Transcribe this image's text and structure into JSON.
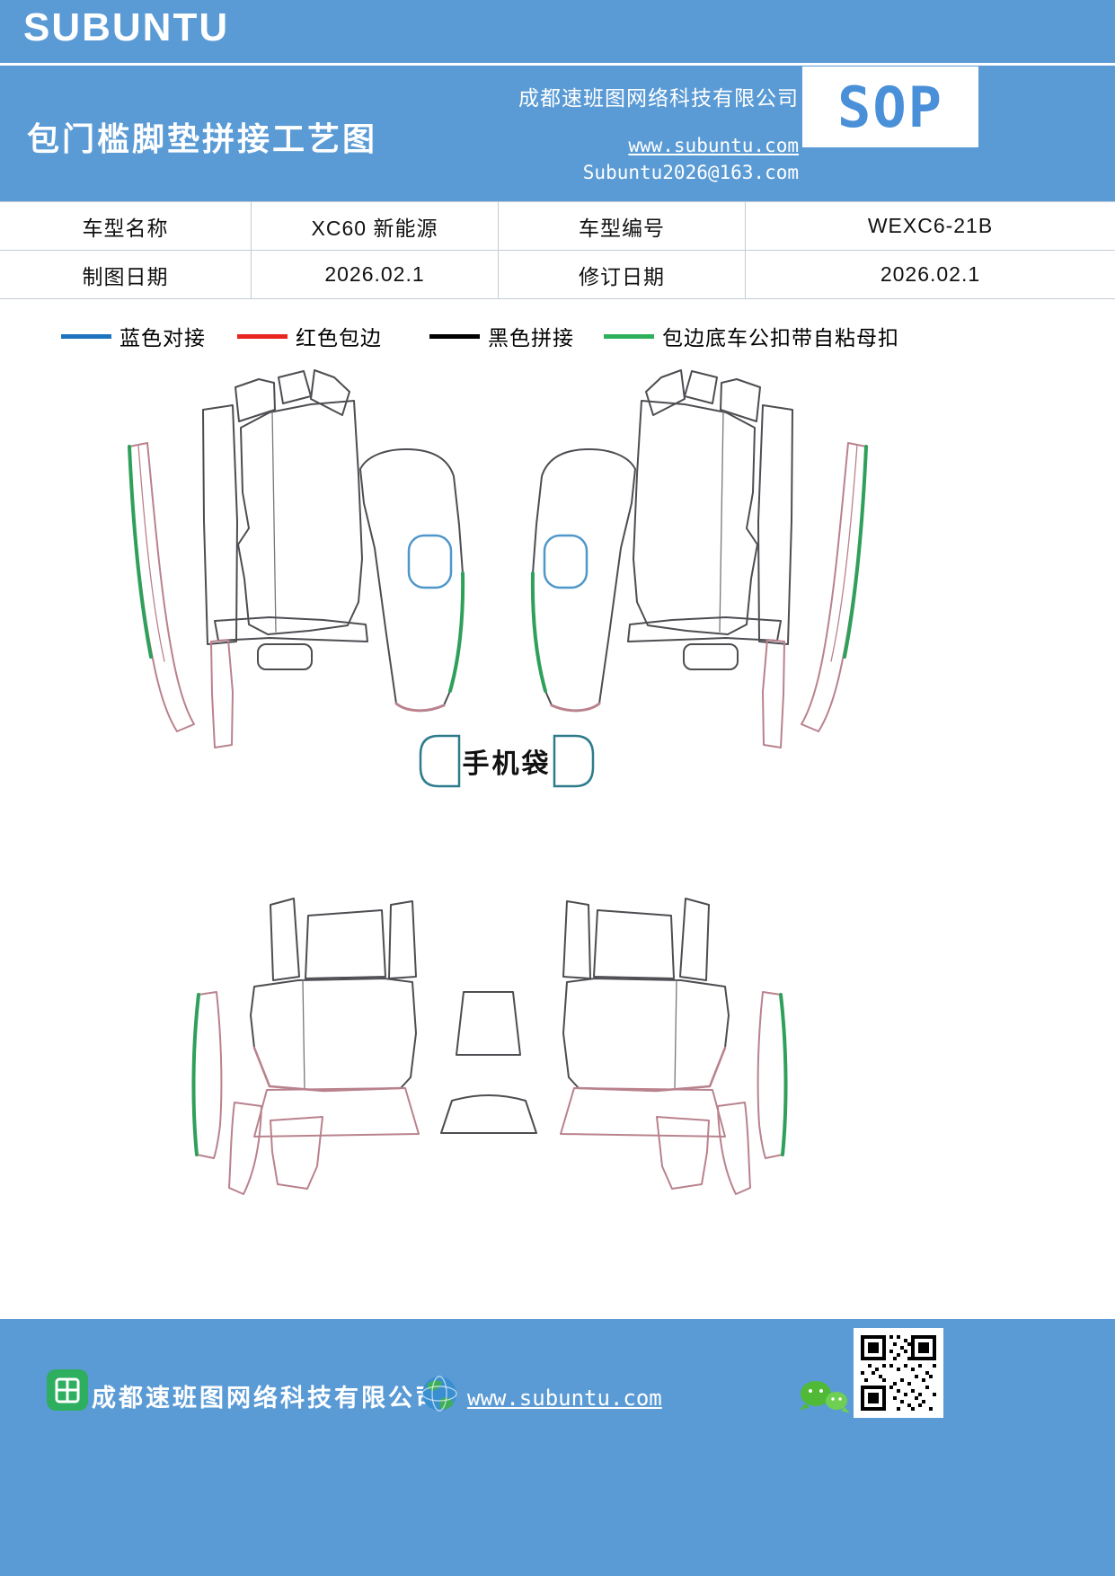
{
  "header": {
    "logo": "SUBUNTU",
    "title": "包门槛脚垫拼接工艺图",
    "company": "成都速班图网络科技有限公司",
    "website": "www.subuntu.com",
    "email": "Subuntu2026@163.com",
    "sop_label": "SOP"
  },
  "info_table": {
    "cells": [
      {
        "label": "车型名称",
        "value": "XC60 新能源"
      },
      {
        "label": "车型编号",
        "value": "WEXC6-21B"
      },
      {
        "label": "制图日期",
        "value": "2026.02.1"
      },
      {
        "label": "修订日期",
        "value": "2026.02.1"
      }
    ]
  },
  "legend": {
    "items": [
      {
        "label": "蓝色对接",
        "color": "#1e73be"
      },
      {
        "label": "红色包边",
        "color": "#e8251f"
      },
      {
        "label": "黑色拼接",
        "color": "#000000"
      },
      {
        "label": "包边底车公扣带自粘母扣",
        "color": "#2eaf5b"
      }
    ]
  },
  "diagram": {
    "phone_bag_label": "手机袋",
    "colors": {
      "outline": "#4d4d52",
      "red_edge": "#b9828d",
      "green_edge": "#2fa05a",
      "blue_edge": "#4f97c9"
    }
  },
  "footer": {
    "company": "成都速班图网络科技有限公司",
    "website": "www.subuntu.com"
  }
}
